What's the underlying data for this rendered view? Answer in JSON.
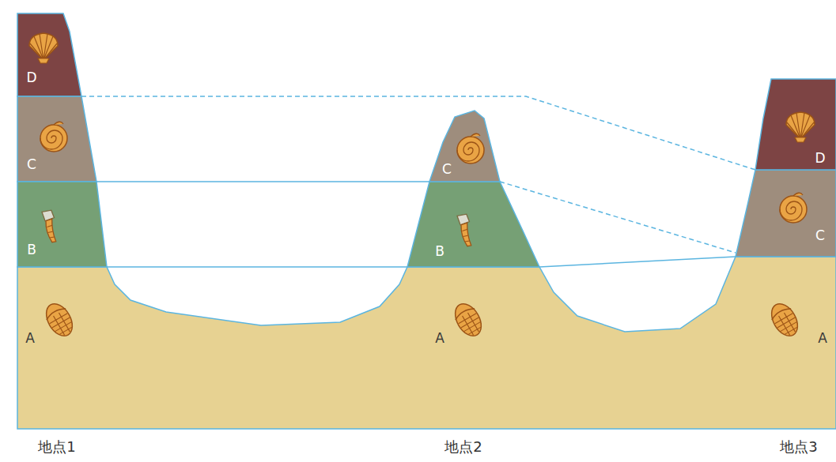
{
  "diagram": {
    "nodes": [
      {
        "text": [
          "D"
        ]
      },
      {
        "text": [
          "C"
        ]
      },
      {
        "text": [
          "B"
        ]
      },
      {
        "text": [
          "C"
        ]
      },
      {
        "text": [
          "B"
        ]
      },
      {
        "text": [
          "D"
        ]
      },
      {
        "text": [
          "C"
        ]
      },
      {
        "text": [
          "A",
          "A",
          "A"
        ]
      }
    ],
    "labels": [
      "地点1",
      "地点2",
      "地点3"
    ]
  }
}
